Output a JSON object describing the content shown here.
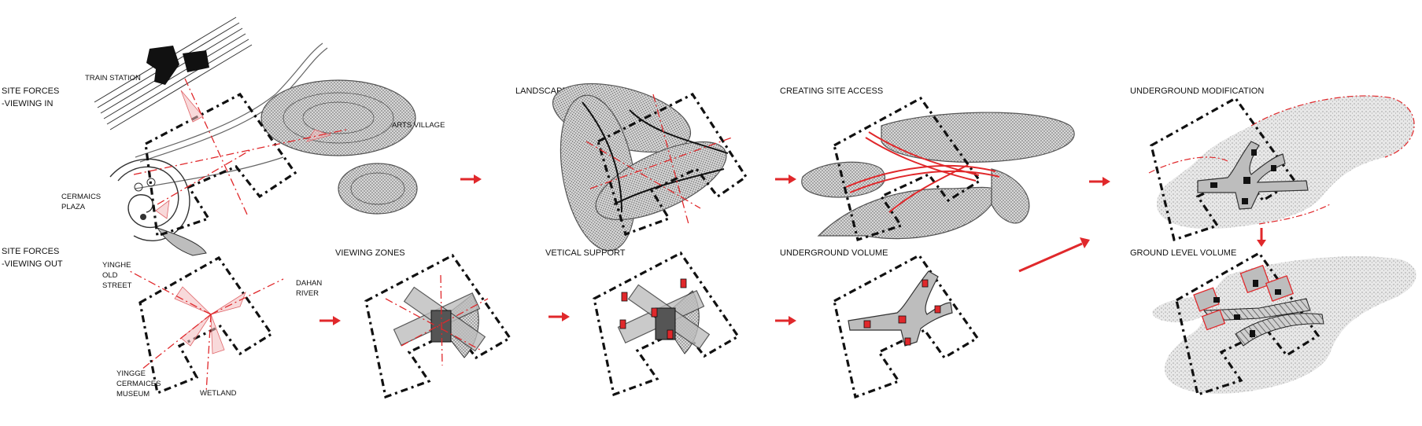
{
  "labels": {
    "site_forces_in_1": "SITE FORCES",
    "site_forces_in_2": "-VIEWING IN",
    "site_forces_out_1": "SITE FORCES",
    "site_forces_out_2": "-VIEWING OUT",
    "train_station": "TRAIN STATION",
    "arts_village": "ARTS VILLAGE",
    "ceramics_plaza_1": "CERMAICS",
    "ceramics_plaza_2": "PLAZA",
    "yinghe_1": "YINGHE",
    "yinghe_2": "OLD",
    "yinghe_3": "STREET",
    "dahan_1": "DAHAN",
    "dahan_2": "RIVER",
    "museum_1": "YINGGE",
    "museum_2": "CERMAICES",
    "museum_3": "MUSEUM",
    "wetland": "WETLAND",
    "landscape_generation": "LANDSCAPE GENERATION",
    "creating_site_access": "CREATING SITE ACCESS",
    "underground_modification": "UNDERGROUND MODIFICATION",
    "viewing_zones": "VIEWING ZONES",
    "vertical_support": "VETICAL SUPPORT",
    "underground_volume": "UNDERGROUND VOLUME",
    "ground_level_volume": "GROUND LEVEL VOLUME"
  },
  "colors": {
    "accent_red": "#e0282b",
    "ink": "#111111",
    "fill_gray": "#bdbdbd"
  }
}
